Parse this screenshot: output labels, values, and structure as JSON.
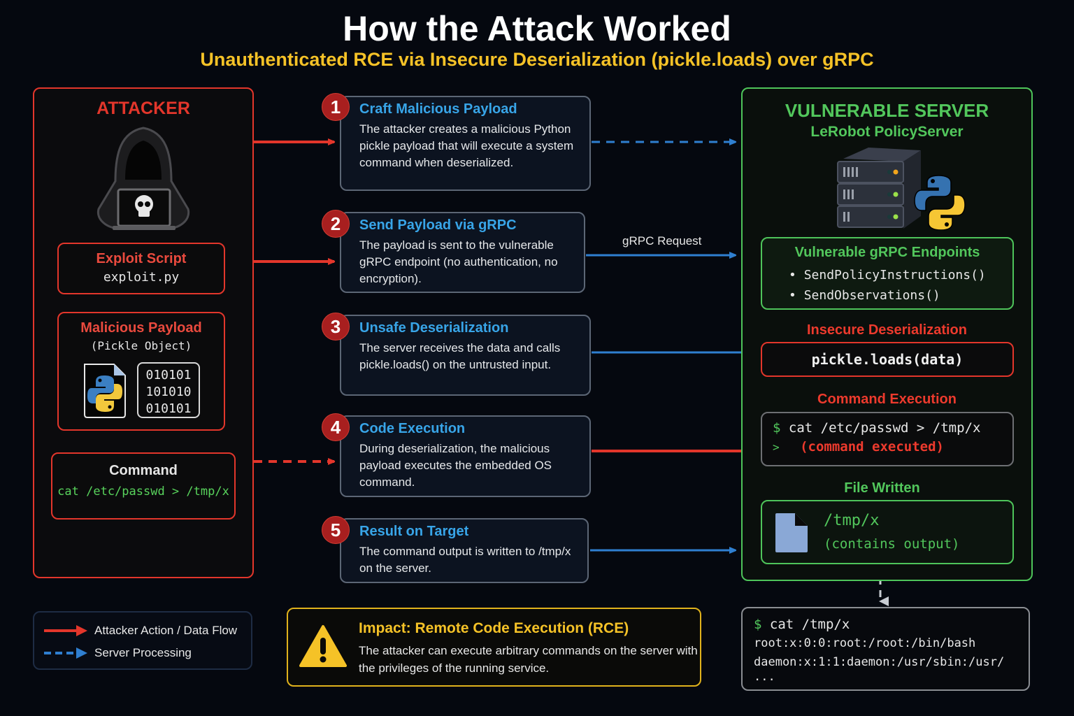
{
  "header": {
    "title": "How the Attack Worked",
    "subtitle": "Unauthenticated RCE via Insecure Deserialization (pickle.loads) over gRPC"
  },
  "attacker": {
    "title": "ATTACKER",
    "avatar_icon": "hooded-hacker-with-skull-laptop",
    "exploit_script": {
      "title": "Exploit Script",
      "file": "exploit.py"
    },
    "payload": {
      "title": "Malicious Payload",
      "subtitle": "(Pickle Object)",
      "icons": [
        "python-file-icon",
        "binary-data-icon"
      ],
      "binary_lines": [
        "010101",
        "101010",
        "010101"
      ]
    },
    "command": {
      "title": "Command",
      "text": "cat /etc/passwd > /tmp/x"
    }
  },
  "steps": [
    {
      "number": "1",
      "title": "Craft Malicious Payload",
      "description": "The attacker creates a malicious Python pickle payload that will execute a system command when deserialized."
    },
    {
      "number": "2",
      "title": "Send Payload via gRPC",
      "description": "The payload is sent to the vulnerable gRPC endpoint (no authentication, no encryption)."
    },
    {
      "number": "3",
      "title": "Unsafe Deserialization",
      "description": "The server receives the data and calls pickle.loads() on the untrusted input."
    },
    {
      "number": "4",
      "title": "Code Execution",
      "description": "During deserialization, the malicious payload executes the embedded OS command."
    },
    {
      "number": "5",
      "title": "Result on Target",
      "description": "The command output is written to /tmp/x on the server."
    }
  ],
  "connector_labels": {
    "grpc_request": "gRPC Request"
  },
  "server": {
    "title": "VULNERABLE SERVER",
    "subtitle": "LeRobot PolicyServer",
    "icon": "server-rack-with-python-icon",
    "endpoints": {
      "title": "Vulnerable gRPC Endpoints",
      "items": [
        "SendPolicyInstructions()",
        "SendObservations()"
      ]
    },
    "deserialization": {
      "label": "Insecure Deserialization",
      "code": "pickle.loads(data)"
    },
    "execution": {
      "label": "Command Execution",
      "prompt": "$",
      "command": "cat /etc/passwd > /tmp/x",
      "result_prompt": ">",
      "result": "(command executed)"
    },
    "file_written": {
      "label": "File Written",
      "path": "/tmp/x",
      "note": "(contains output)"
    }
  },
  "terminal_output": {
    "prompt": "$",
    "command": "cat /tmp/x",
    "lines": [
      "root:x:0:0:root:/root:/bin/bash",
      "daemon:x:1:1:daemon:/usr/sbin:/usr/",
      "..."
    ]
  },
  "legend": {
    "items": [
      {
        "label": "Attacker Action / Data Flow",
        "style": "solid",
        "color": "#e3362b"
      },
      {
        "label": "Server Processing",
        "style": "dashed",
        "color": "#2f7fd0"
      }
    ]
  },
  "impact": {
    "title": "Impact: Remote Code Execution (RCE)",
    "description": "The attacker can execute arbitrary commands on the server with the privileges of the running service."
  },
  "colors": {
    "attacker_red": "#e3362b",
    "server_green": "#4ec45a",
    "step_blue": "#38a5e8",
    "flow_blue": "#2f7fd0",
    "warning_yellow": "#f5c227",
    "background": "#05080f"
  }
}
